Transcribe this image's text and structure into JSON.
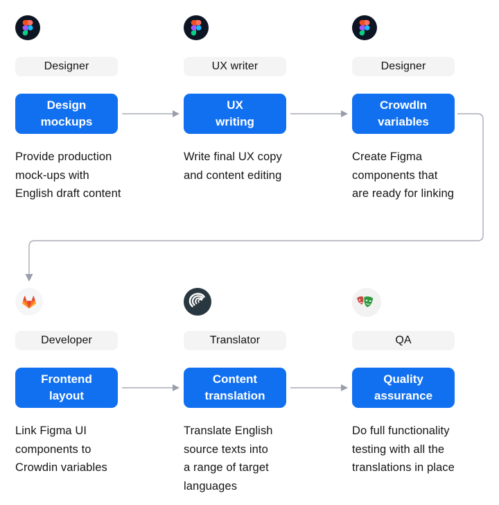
{
  "colors": {
    "accent": "#1170f0",
    "pill_bg": "#f4f4f5",
    "text": "#141414",
    "connector": "#a8acb6",
    "arrowhead": "#999eaa",
    "figma_bg": "#0d1424",
    "crowdin_bg": "#293740",
    "light_icon_bg": "#f4f5f4",
    "bg": "#ffffff"
  },
  "steps": [
    {
      "icon": "figma-logo",
      "role": "Designer",
      "button": "Design\nmockups",
      "description": "Provide production\nmock-ups with\nEnglish draft content"
    },
    {
      "icon": "figma-logo",
      "role": "UX writer",
      "button": "UX\nwriting",
      "description": "Write final UX copy\nand content editing"
    },
    {
      "icon": "figma-logo",
      "role": "Designer",
      "button": "CrowdIn\nvariables",
      "description": "Create Figma\ncomponents that\nare ready for linking"
    },
    {
      "icon": "gitlab-logo",
      "role": "Developer",
      "button": "Frontend\nlayout",
      "description": "Link Figma UI\ncomponents to\nCrowdin variables"
    },
    {
      "icon": "crowdin-logo",
      "role": "Translator",
      "button": "Content\ntranslation",
      "description": "Translate English\nsource texts into\na range of target\nlanguages"
    },
    {
      "icon": "playwright-logo",
      "role": "QA",
      "button": "Quality\nassurance",
      "description": "Do full functionality\ntesting with all the\ntranslations in place"
    }
  ],
  "flow": [
    "Design mockups → UX writing",
    "UX writing → CrowdIn variables",
    "CrowdIn variables → Frontend layout",
    "Frontend layout → Content translation",
    "Content translation → Quality assurance"
  ]
}
